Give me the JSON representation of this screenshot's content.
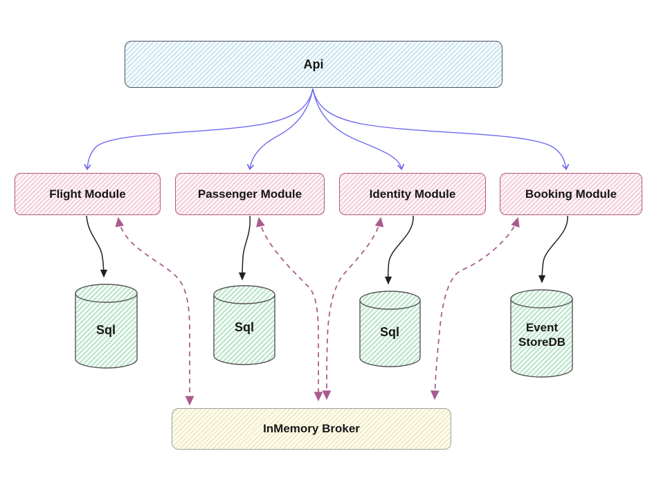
{
  "nodes": {
    "api": {
      "label": "Api"
    },
    "modules": [
      {
        "label": "Flight Module"
      },
      {
        "label": "Passenger Module"
      },
      {
        "label": "Identity Module"
      },
      {
        "label": "Booking Module"
      }
    ],
    "databases": [
      {
        "label": "Sql"
      },
      {
        "label": "Sql"
      },
      {
        "label": "Sql"
      },
      {
        "label": "Event StoreDB"
      }
    ],
    "broker": {
      "label": "InMemory Broker"
    }
  },
  "edges": {
    "api_to_modules": {
      "style": "solid-curved",
      "color": "#6e68ee",
      "targets": [
        "Flight Module",
        "Passenger Module",
        "Identity Module",
        "Booking Module"
      ]
    },
    "module_to_database": {
      "style": "solid",
      "color": "#1f1f1f",
      "pairs": [
        [
          "Flight Module",
          "Sql"
        ],
        [
          "Passenger Module",
          "Sql"
        ],
        [
          "Identity Module",
          "Sql"
        ],
        [
          "Booking Module",
          "Event StoreDB"
        ]
      ]
    },
    "module_to_broker": {
      "style": "dashed-double-arrow",
      "color": "#a85c8f",
      "pairs": [
        [
          "Flight Module",
          "InMemory Broker"
        ],
        [
          "Passenger Module",
          "InMemory Broker"
        ],
        [
          "Identity Module",
          "InMemory Broker"
        ],
        [
          "Booking Module",
          "InMemory Broker"
        ]
      ]
    }
  },
  "colors": {
    "api_fill": "#cfe8f5",
    "api_border": "#4a565e",
    "module_fill": "#f0b6ce",
    "module_border": "#b3557d",
    "database_fill": "#b9e3c8",
    "database_border": "#555555",
    "broker_fill": "#f0ecb4",
    "broker_border": "#9aa0a3",
    "api_arrow": "#6e68ee",
    "db_arrow": "#1f1f1f",
    "broker_arrow": "#a85c8f"
  }
}
